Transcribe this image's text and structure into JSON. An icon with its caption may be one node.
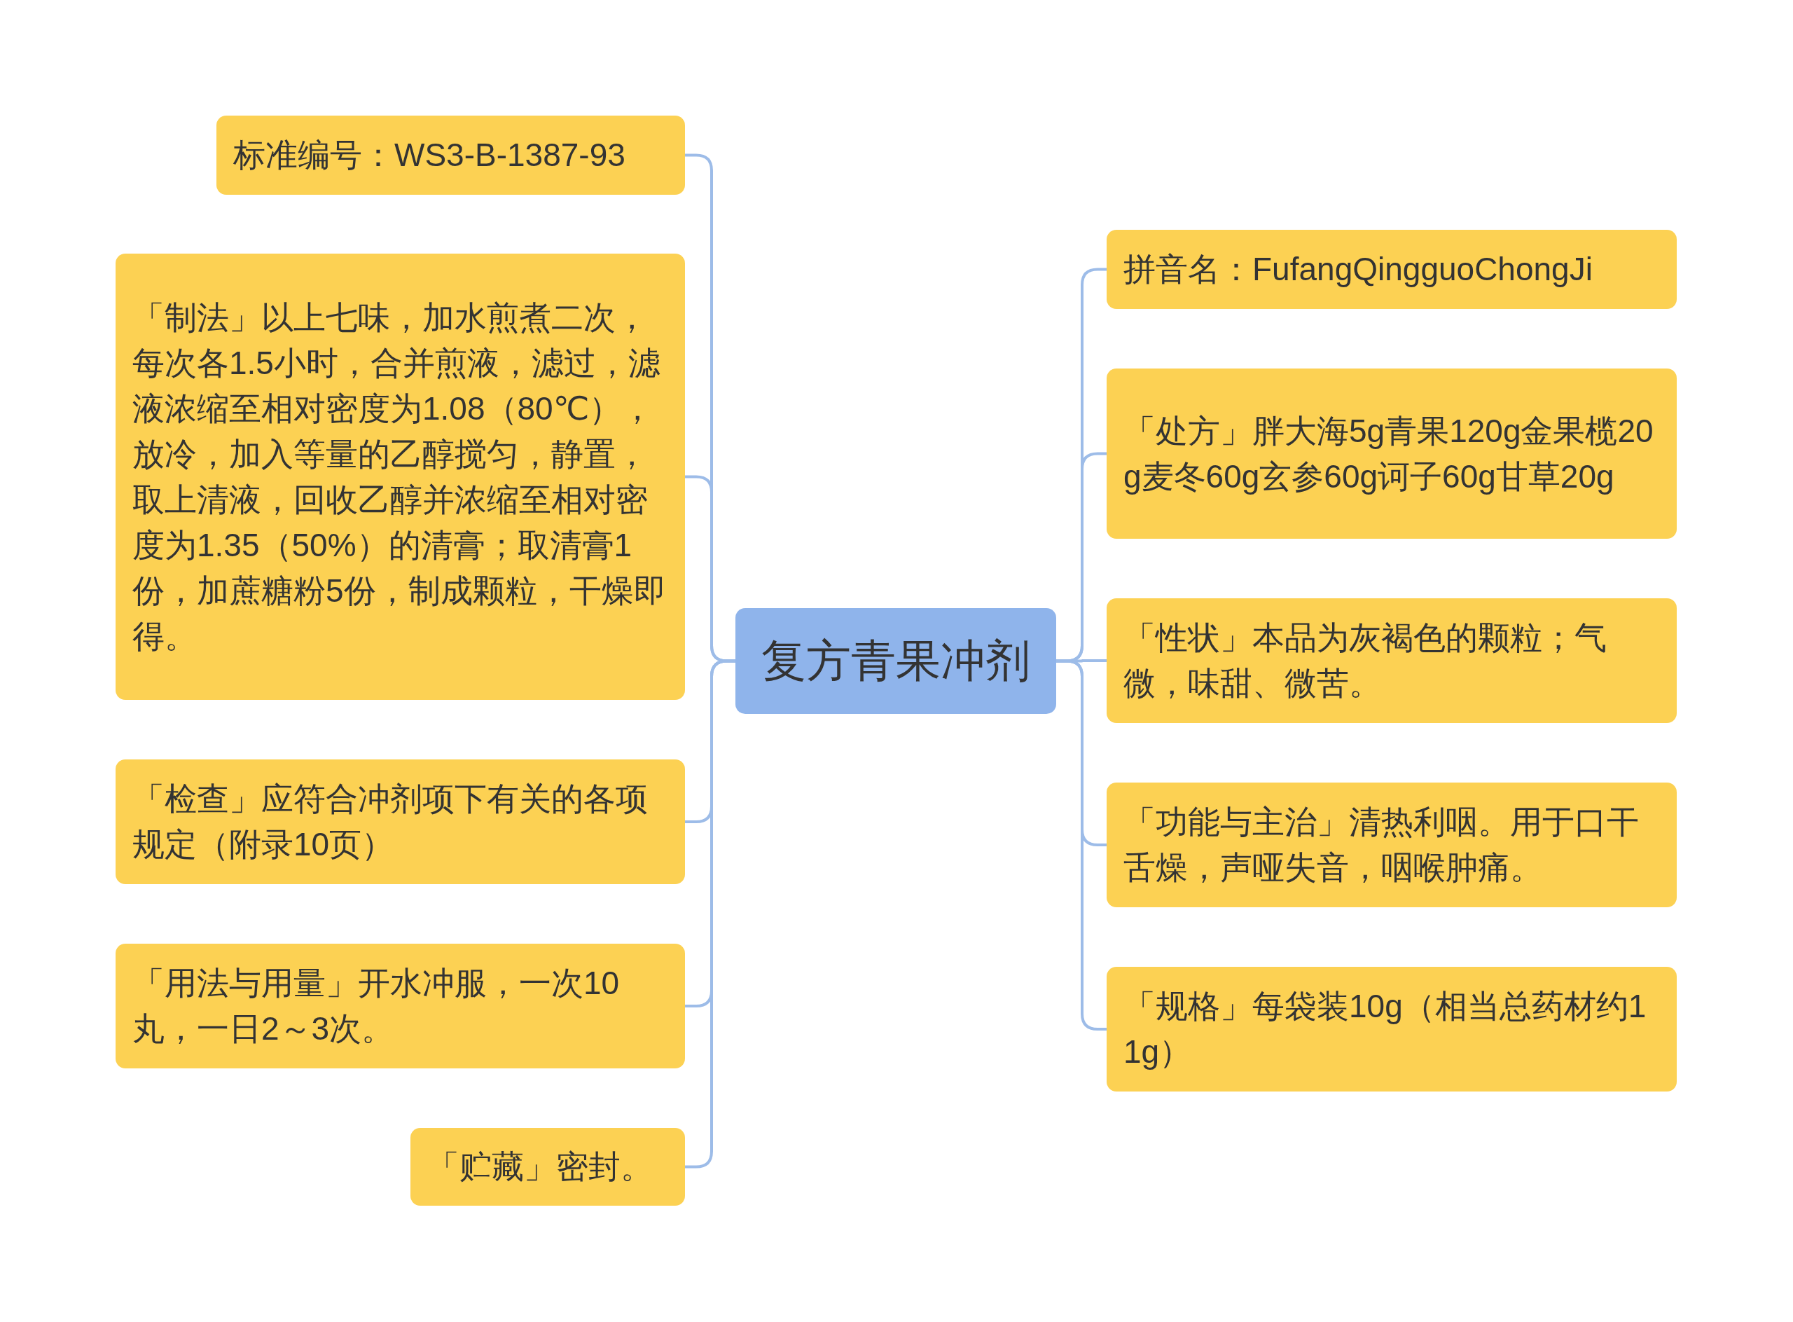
{
  "diagram": {
    "nodes": [
      {
        "text": [
          "复方青果冲剂"
        ]
      },
      {
        "text": [
          "标准编号：WS3-B-1387-93"
        ]
      },
      {
        "text": [
          "「制法」以上七味，加水煎煮二次，每次各1.5小时，合并煎液，滤过，滤液浓缩至相对密度为1.08（80℃），放冷，加入等量的乙醇搅匀，静置，取上清液，回收乙醇并浓缩至相对密度为1.35（50%）的清膏；取清膏1份，加蔗糖粉5份，制成颗粒，干燥即得。"
        ]
      },
      {
        "text": [
          "「检查」应符合冲剂项下有关的各项规定（附录10页）"
        ]
      },
      {
        "text": [
          "「用法与用量」开水冲服，一次10丸，一日2～3次。"
        ]
      },
      {
        "text": [
          "「贮藏」密封。"
        ]
      },
      {
        "text": [
          "拼音名：FufangQingguoChongJi"
        ]
      },
      {
        "text": [
          "「处方」胖大海5g青果120g金果榄20g麦冬60g玄参60g诃子60g甘草20g"
        ]
      },
      {
        "text": [
          "「性状」本品为灰褐色的颗粒；气微，味甜、微苦。"
        ]
      },
      {
        "text": [
          "「功能与主治」清热利咽。用于口干舌燥，声哑失音，咽喉肿痛。"
        ]
      },
      {
        "text": [
          "「规格」每袋装10g（相当总药材约11g）"
        ]
      }
    ],
    "edges": [
      {
        "from": 0,
        "to": 1,
        "arrow": "none"
      },
      {
        "from": 0,
        "to": 2,
        "arrow": "none"
      },
      {
        "from": 0,
        "to": 3,
        "arrow": "none"
      },
      {
        "from": 0,
        "to": 4,
        "arrow": "none"
      },
      {
        "from": 0,
        "to": 5,
        "arrow": "none"
      },
      {
        "from": 0,
        "to": 6,
        "arrow": "none"
      },
      {
        "from": 0,
        "to": 7,
        "arrow": "none"
      },
      {
        "from": 0,
        "to": 8,
        "arrow": "none"
      },
      {
        "from": 0,
        "to": 9,
        "arrow": "none"
      },
      {
        "from": 0,
        "to": 10,
        "arrow": "none"
      }
    ]
  }
}
